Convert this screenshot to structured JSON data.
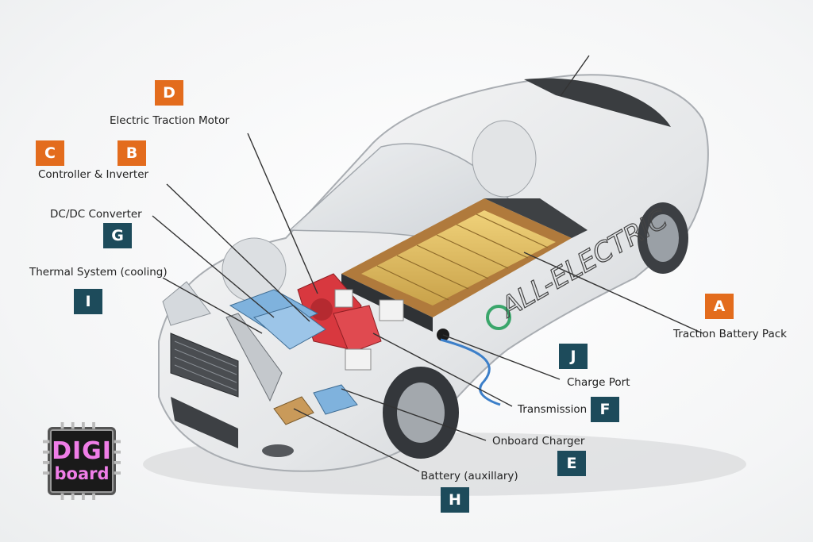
{
  "diagram": {
    "components": [
      {
        "letter": "A",
        "label": "Traction Battery Pack",
        "color": "#e36c1d"
      },
      {
        "letter": "B",
        "label": "Controller & Inverter",
        "color": "#e36c1d"
      },
      {
        "letter": "C",
        "label": "",
        "color": "#e36c1d"
      },
      {
        "letter": "D",
        "label": "Electric Traction Motor",
        "color": "#e36c1d"
      },
      {
        "letter": "E",
        "label": "Onboard Charger",
        "color": "#1d4b5b"
      },
      {
        "letter": "F",
        "label": "Transmission",
        "color": "#1d4b5b"
      },
      {
        "letter": "G",
        "label": "DC/DC Converter",
        "color": "#1d4b5b"
      },
      {
        "letter": "H",
        "label": "Battery (auxillary)",
        "color": "#1d4b5b"
      },
      {
        "letter": "I",
        "label": "Thermal System (cooling)",
        "color": "#1d4b5b"
      },
      {
        "letter": "J",
        "label": "Charge Port",
        "color": "#1d4b5b"
      }
    ],
    "car_side_text": "ALL-ELECTRIC"
  },
  "logo": {
    "line1": "DIGI",
    "line2": "board",
    "color": "#f07ee8"
  }
}
